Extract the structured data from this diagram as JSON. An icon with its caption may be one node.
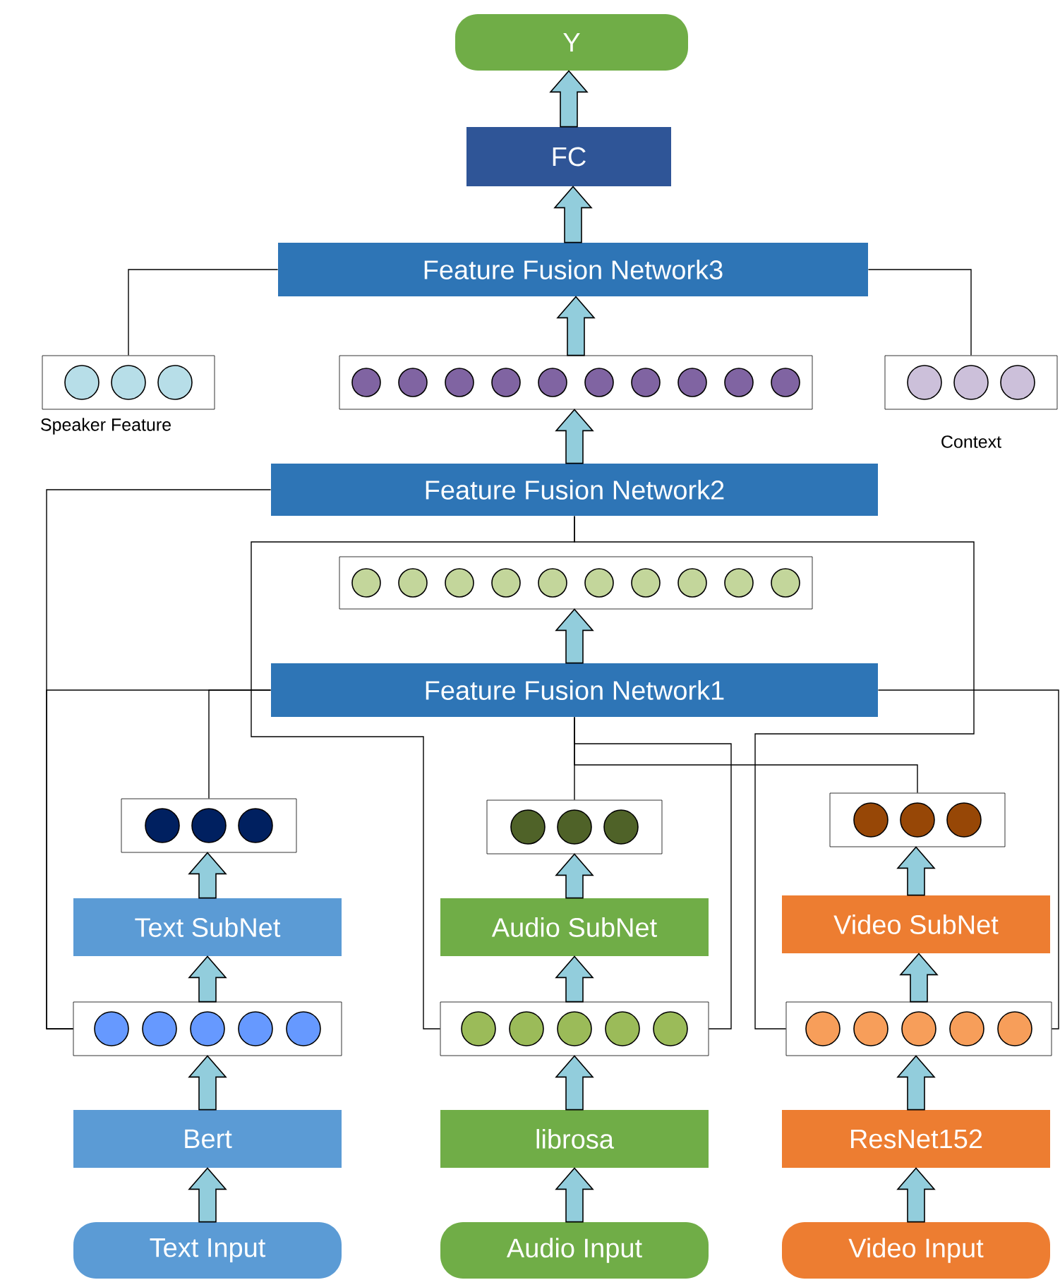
{
  "diagram": {
    "nodes": [
      {
        "text": [
          "Y"
        ]
      },
      {
        "text": [
          "FC"
        ]
      },
      {
        "text": [
          "Feature Fusion Network3"
        ]
      },
      {
        "text": [],
        "shape": "box",
        "beside": [
          "Speaker Feature"
        ]
      },
      {
        "text": [],
        "shape": "box"
      },
      {
        "text": [],
        "shape": "box",
        "beside": [
          "Context"
        ]
      },
      {
        "text": [
          "Feature Fusion Network2"
        ]
      },
      {
        "text": [],
        "shape": "box"
      },
      {
        "text": [
          "Feature Fusion Network1"
        ]
      },
      {
        "text": [],
        "shape": "box"
      },
      {
        "text": [],
        "shape": "box"
      },
      {
        "text": [],
        "shape": "box"
      },
      {
        "text": [
          "Text SubNet"
        ]
      },
      {
        "text": [
          "Audio SubNet"
        ]
      },
      {
        "text": [
          "Video SubNet"
        ]
      },
      {
        "text": [],
        "shape": "box"
      },
      {
        "text": [],
        "shape": "box"
      },
      {
        "text": [],
        "shape": "box"
      },
      {
        "text": [
          "Bert"
        ]
      },
      {
        "text": [
          "librosa"
        ]
      },
      {
        "text": [
          "ResNet152"
        ]
      },
      {
        "text": [
          "Text Input"
        ]
      },
      {
        "text": [
          "Audio Input"
        ]
      },
      {
        "text": [
          "Video Input"
        ]
      }
    ],
    "edges": [
      {
        "from": 1,
        "to": 0,
        "arrow": "to",
        "style": "thick"
      },
      {
        "from": 2,
        "to": 1,
        "arrow": "to",
        "style": "thick"
      },
      {
        "from": 4,
        "to": 2,
        "arrow": "to",
        "style": "thick"
      },
      {
        "from": 6,
        "to": 4,
        "arrow": "to",
        "style": "thick"
      },
      {
        "from": 8,
        "to": 7,
        "arrow": "to",
        "style": "thick"
      },
      {
        "from": 12,
        "to": 9,
        "arrow": "to",
        "style": "thick"
      },
      {
        "from": 13,
        "to": 10,
        "arrow": "to",
        "style": "thick"
      },
      {
        "from": 14,
        "to": 11,
        "arrow": "to",
        "style": "thick"
      },
      {
        "from": 15,
        "to": 12,
        "arrow": "to",
        "style": "thick"
      },
      {
        "from": 16,
        "to": 13,
        "arrow": "to",
        "style": "thick"
      },
      {
        "from": 17,
        "to": 14,
        "arrow": "to",
        "style": "thick"
      },
      {
        "from": 18,
        "to": 15,
        "arrow": "to",
        "style": "thick"
      },
      {
        "from": 19,
        "to": 16,
        "arrow": "to",
        "style": "thick"
      },
      {
        "from": 20,
        "to": 17,
        "arrow": "to",
        "style": "thick"
      },
      {
        "from": 21,
        "to": 18,
        "arrow": "to",
        "style": "thick"
      },
      {
        "from": 22,
        "to": 19,
        "arrow": "to",
        "style": "thick"
      },
      {
        "from": 23,
        "to": 20,
        "arrow": "to",
        "style": "thick"
      },
      {
        "from": 3,
        "to": 2,
        "arrow": "none"
      },
      {
        "from": 5,
        "to": 2,
        "arrow": "none"
      },
      {
        "from": 6,
        "to": 15,
        "arrow": "none"
      },
      {
        "from": 6,
        "to": 16,
        "arrow": "none"
      },
      {
        "from": 6,
        "to": 17,
        "arrow": "none"
      },
      {
        "from": 8,
        "to": 15,
        "arrow": "none"
      },
      {
        "from": 8,
        "to": 9,
        "arrow": "none"
      },
      {
        "from": 8,
        "to": 10,
        "arrow": "none"
      },
      {
        "from": 8,
        "to": 16,
        "arrow": "none"
      },
      {
        "from": 8,
        "to": 11,
        "arrow": "none"
      },
      {
        "from": 8,
        "to": 17,
        "arrow": "none"
      }
    ]
  }
}
